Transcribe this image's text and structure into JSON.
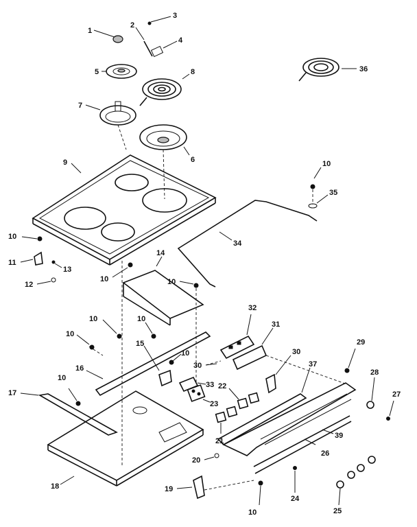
{
  "diagram": {
    "labels": {
      "l1": "1",
      "l2": "2",
      "l3": "3",
      "l4": "4",
      "l5": "5",
      "l6": "6",
      "l7": "7",
      "l8": "8",
      "l9": "9",
      "l10a": "10",
      "l10b": "10",
      "l10c": "10",
      "l10d": "10",
      "l10e": "10",
      "l10f": "10",
      "l10g": "10",
      "l10h": "10",
      "l10i": "10",
      "l10j": "10",
      "l11": "11",
      "l12": "12",
      "l13": "13",
      "l14": "14",
      "l15": "15",
      "l16": "16",
      "l17": "17",
      "l18": "18",
      "l19": "19",
      "l20": "20",
      "l21": "21",
      "l22": "22",
      "l23": "23",
      "l24": "24",
      "l25": "25",
      "l26": "26",
      "l27": "27",
      "l28": "28",
      "l29": "29",
      "l30a": "30",
      "l30b": "30",
      "l31": "31",
      "l32": "32",
      "l33": "33",
      "l34": "34",
      "l35": "35",
      "l36": "36",
      "l37": "37",
      "l39": "39"
    }
  }
}
